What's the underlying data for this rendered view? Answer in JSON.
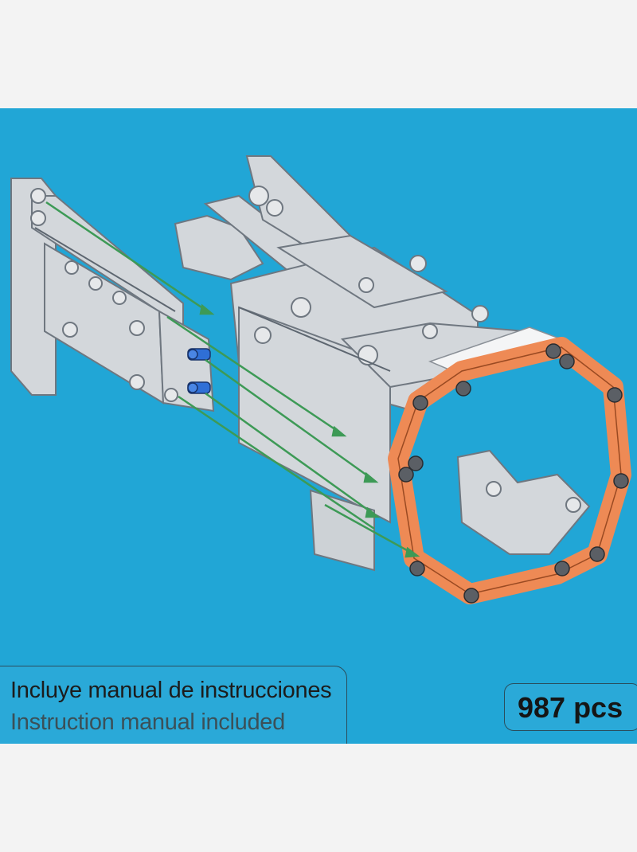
{
  "colors": {
    "background": "#21a6d6",
    "page": "#f3f3f3",
    "piece_grey": "#d2d6da",
    "piece_orange": "#ee8a55",
    "arrow_green": "#3d9a56",
    "pin_blue": "#2f6fd6"
  },
  "illustration": {
    "subject": "technic-brick-assembly",
    "icon": "assembly-diagram-icon"
  },
  "caption": {
    "spanish": "Incluye manual de instrucciones",
    "english": "Instruction manual included"
  },
  "piece_count": {
    "label": "987 pcs"
  }
}
